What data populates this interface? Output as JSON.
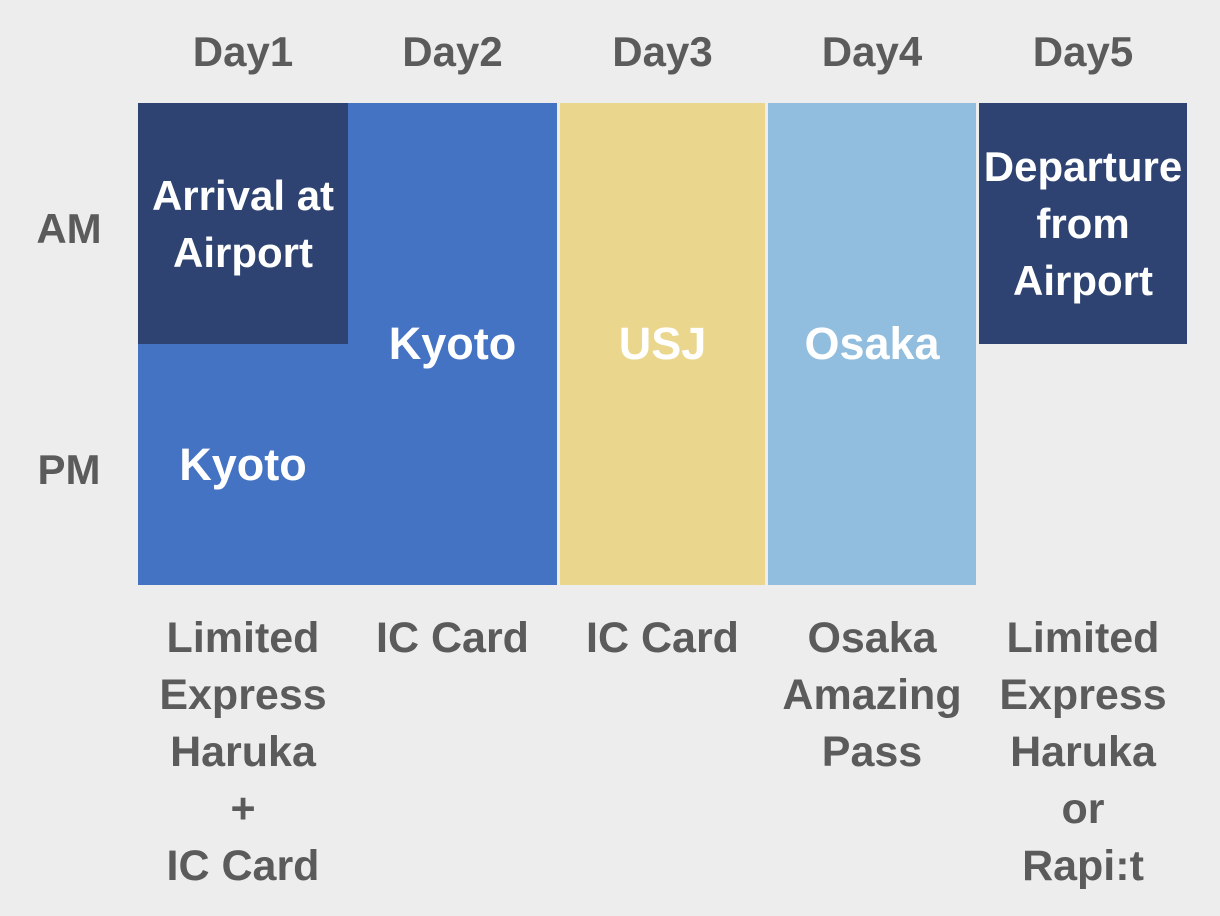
{
  "colors": {
    "background": "#EDEDED",
    "navy": "#2E4371",
    "blue": "#4573C4",
    "yellow": "#EAD78D",
    "light_blue": "#91BDDE",
    "text_gray": "#5B5B5B",
    "text_white": "#FFFFFF"
  },
  "day_headers": [
    "Day1",
    "Day2",
    "Day3",
    "Day4",
    "Day5"
  ],
  "row_labels": {
    "am": "AM",
    "pm": "PM"
  },
  "cells": {
    "day1_am": "Arrival at\nAirport",
    "day1_pm": "Kyoto",
    "day2": "Kyoto",
    "day3": "USJ",
    "day4": "Osaka",
    "day5_am": "Departure\nfrom\nAirport"
  },
  "transport_labels": {
    "day1": "Limited\nExpress\nHaruka\n+\nIC Card",
    "day2": "IC Card",
    "day3": "IC Card",
    "day4": "Osaka\nAmazing\nPass",
    "day5": "Limited\nExpress\nHaruka\nor\nRapi:t"
  }
}
